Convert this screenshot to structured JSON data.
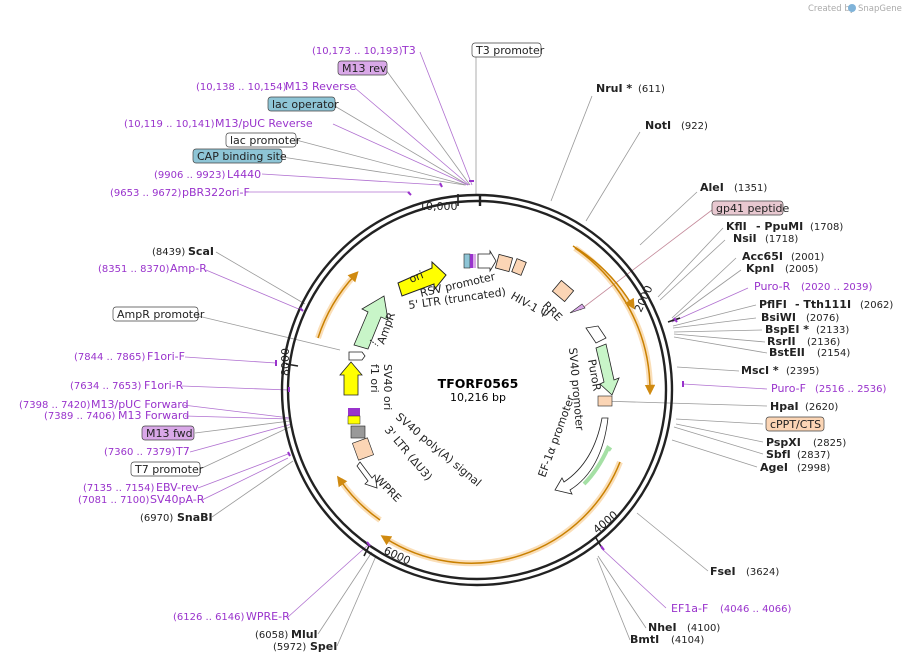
{
  "plasmid": {
    "name": "TFORF0565",
    "length": "10,216 bp"
  },
  "credit": {
    "prefix": "Created by",
    "brand": "SnapGene"
  },
  "ticks": [
    "10,000",
    "2000",
    "4000",
    "6000",
    "8000"
  ],
  "colors": {
    "enzyme": "#000000",
    "primer": "#9933cc",
    "orf": "#f0a030",
    "feature_box_blue": "#8ec5d6",
    "feature_box_purple": "#d9a8e8",
    "feature_box_peach": "#fbd5b5",
    "feature_box_pink": "#e8c8d0"
  },
  "labels_left": [
    {
      "coord": "(10,173 .. 10,193)",
      "name": "T3",
      "kind": "primer"
    },
    {
      "coord": "",
      "name": "M13 rev",
      "kind": "box-purple"
    },
    {
      "coord": "(10,138 .. 10,154)",
      "name": "M13 Reverse",
      "kind": "primer"
    },
    {
      "coord": "",
      "name": "lac operator",
      "kind": "box-blue"
    },
    {
      "coord": "(10,119 .. 10,141)",
      "name": "M13/pUC Reverse",
      "kind": "primer"
    },
    {
      "coord": "",
      "name": "lac promoter",
      "kind": "box-white"
    },
    {
      "coord": "",
      "name": "CAP binding site",
      "kind": "box-blue"
    },
    {
      "coord": "(9906 .. 9923)",
      "name": "L4440",
      "kind": "primer"
    },
    {
      "coord": "(9653 .. 9672)",
      "name": "pBR322ori-F",
      "kind": "primer"
    },
    {
      "coord": "(8439)",
      "name": "ScaI",
      "kind": "enzyme"
    },
    {
      "coord": "(8351 .. 8370)",
      "name": "Amp-R",
      "kind": "primer"
    },
    {
      "coord": "",
      "name": "AmpR promoter",
      "kind": "box-white"
    },
    {
      "coord": "(7844 .. 7865)",
      "name": "F1ori-F",
      "kind": "primer"
    },
    {
      "coord": "(7634 .. 7653)",
      "name": "F1ori-R",
      "kind": "primer"
    },
    {
      "coord": "(7398 .. 7420)",
      "name": "M13/pUC Forward",
      "kind": "primer"
    },
    {
      "coord": "(7389 .. 7406)",
      "name": "M13 Forward",
      "kind": "primer"
    },
    {
      "coord": "",
      "name": "M13 fwd",
      "kind": "box-purple"
    },
    {
      "coord": "(7360 .. 7379)",
      "name": "T7",
      "kind": "primer"
    },
    {
      "coord": "",
      "name": "T7 promoter",
      "kind": "box-white"
    },
    {
      "coord": "(7135 .. 7154)",
      "name": "EBV-rev",
      "kind": "primer"
    },
    {
      "coord": "(7081 .. 7100)",
      "name": "SV40pA-R",
      "kind": "primer"
    },
    {
      "coord": "(6970)",
      "name": "SnaBI",
      "kind": "enzyme"
    },
    {
      "coord": "(6126 .. 6146)",
      "name": "WPRE-R",
      "kind": "primer"
    },
    {
      "coord": "(6058)",
      "name": "MluI",
      "kind": "enzyme"
    },
    {
      "coord": "(5972)",
      "name": "SpeI",
      "kind": "enzyme"
    }
  ],
  "labels_right": [
    {
      "name": "T3 promoter",
      "coord": "",
      "kind": "box-white"
    },
    {
      "name": "NruI *",
      "coord": "(611)",
      "kind": "enzyme"
    },
    {
      "name": "NotI",
      "coord": "(922)",
      "kind": "enzyme"
    },
    {
      "name": "AleI",
      "coord": "(1351)",
      "kind": "enzyme"
    },
    {
      "name": "gp41 peptide",
      "coord": "",
      "kind": "box-pink"
    },
    {
      "name": "KflI",
      "coord": "",
      "kind": "enzyme"
    },
    {
      "name": "- PpuMI",
      "coord": "(1708)",
      "kind": "enzyme"
    },
    {
      "name": "NsiI",
      "coord": "(1718)",
      "kind": "enzyme"
    },
    {
      "name": "Acc65I",
      "coord": "(2001)",
      "kind": "enzyme"
    },
    {
      "name": "KpnI",
      "coord": "(2005)",
      "kind": "enzyme"
    },
    {
      "name": "Puro-R",
      "coord": "(2020 .. 2039)",
      "kind": "primer"
    },
    {
      "name": "PflFI",
      "coord": "",
      "kind": "enzyme"
    },
    {
      "name": "- Tth111I",
      "coord": "(2062)",
      "kind": "enzyme"
    },
    {
      "name": "BsiWI",
      "coord": "(2076)",
      "kind": "enzyme"
    },
    {
      "name": "BspEI *",
      "coord": "(2133)",
      "kind": "enzyme"
    },
    {
      "name": "RsrII",
      "coord": "(2136)",
      "kind": "enzyme"
    },
    {
      "name": "BstEII",
      "coord": "(2154)",
      "kind": "enzyme"
    },
    {
      "name": "MscI *",
      "coord": "(2395)",
      "kind": "enzyme"
    },
    {
      "name": "Puro-F",
      "coord": "(2516 .. 2536)",
      "kind": "primer"
    },
    {
      "name": "HpaI",
      "coord": "(2620)",
      "kind": "enzyme"
    },
    {
      "name": "cPPT/CTS",
      "coord": "",
      "kind": "box-peach"
    },
    {
      "name": "PspXI",
      "coord": "(2825)",
      "kind": "enzyme"
    },
    {
      "name": "SbfI",
      "coord": "(2837)",
      "kind": "enzyme"
    },
    {
      "name": "AgeI",
      "coord": "(2998)",
      "kind": "enzyme"
    },
    {
      "name": "FseI",
      "coord": "(3624)",
      "kind": "enzyme"
    },
    {
      "name": "EF1a-F",
      "coord": "(4046 .. 4066)",
      "kind": "primer"
    },
    {
      "name": "NheI",
      "coord": "(4100)",
      "kind": "enzyme"
    },
    {
      "name": "BmtI",
      "coord": "(4104)",
      "kind": "enzyme"
    }
  ],
  "inner_labels": [
    "ori",
    "RSV promoter",
    "5' LTR (truncated)",
    "HIV-1 Ψ",
    "RRE",
    "AmpR",
    "f1 ori",
    "SV40 ori",
    "SV40 poly(A) signal",
    "3' LTR (ΔU3)",
    "WPRE",
    "PuroR",
    "SV40 promoter",
    "EF-1α promoter"
  ]
}
